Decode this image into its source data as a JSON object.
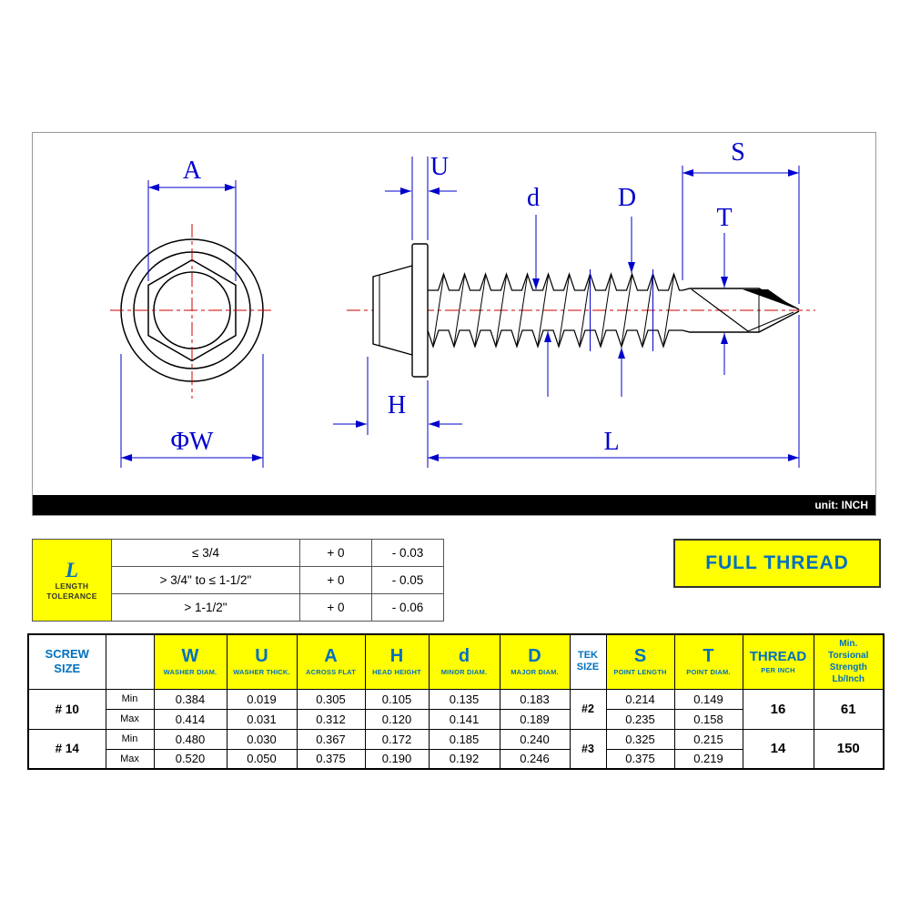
{
  "colors": {
    "highlight_yellow": "#FFFF00",
    "table_blue": "#0070C0",
    "dimension_blue": "#0000CC",
    "centerline_red": "#CC0000"
  },
  "drawing": {
    "unit_label": "unit: INCH",
    "dim_labels": {
      "across_flat": "A",
      "washer_thick": "U",
      "minor_diam": "d",
      "major_diam": "D",
      "point_length": "S",
      "point_diam": "T",
      "head_height": "H",
      "length": "L",
      "washer_diam": "ΦW"
    }
  },
  "tolerance_table": {
    "corner": {
      "letter": "L",
      "label_line1": "LENGTH",
      "label_line2": "TOLERANCE"
    },
    "rows": [
      {
        "range": "≤ 3/4",
        "upper": "+ 0",
        "lower": "- 0.03"
      },
      {
        "range": "> 3/4\" to ≤ 1-1/2\"",
        "upper": "+ 0",
        "lower": "- 0.05"
      },
      {
        "range": "> 1-1/2\"",
        "upper": "+ 0",
        "lower": "- 0.06"
      }
    ]
  },
  "full_thread": {
    "label": "FULL THREAD"
  },
  "spec_table": {
    "headers": {
      "screw_size": {
        "line1": "SCREW",
        "line2": "SIZE"
      },
      "w": {
        "symbol": "W",
        "caption": "WASHER DIAM."
      },
      "u": {
        "symbol": "U",
        "caption": "WASHER THICK."
      },
      "a": {
        "symbol": "A",
        "caption": "ACROSS FLAT"
      },
      "h": {
        "symbol": "H",
        "caption": "HEAD HEIGHT"
      },
      "d": {
        "symbol": "d",
        "caption": "MINOR DIAM."
      },
      "D": {
        "symbol": "D",
        "caption": "MAJOR DIAM."
      },
      "tek_size": {
        "line1": "TEK",
        "line2": "SIZE"
      },
      "s": {
        "symbol": "S",
        "caption": "POINT LENGTH"
      },
      "t": {
        "symbol": "T",
        "caption": "POINT DIAM."
      },
      "thread": {
        "symbol": "THREAD",
        "caption": "PER INCH"
      },
      "torsional": {
        "line1": "Min.",
        "line2": "Torsional",
        "line3": "Strength",
        "line4": "Lb/Inch"
      }
    },
    "rows": [
      {
        "screw_size": "# 10",
        "minmax": "Min",
        "w": "0.384",
        "u": "0.019",
        "a": "0.305",
        "h": "0.105",
        "d": "0.135",
        "D": "0.183",
        "tek": "#2",
        "s": "0.214",
        "t": "0.149",
        "thread_per_inch": "16",
        "torsional_strength": "61"
      },
      {
        "minmax": "Max",
        "w": "0.414",
        "u": "0.031",
        "a": "0.312",
        "h": "0.120",
        "d": "0.141",
        "D": "0.189",
        "s": "0.235",
        "t": "0.158"
      },
      {
        "screw_size": "# 14",
        "minmax": "Min",
        "w": "0.480",
        "u": "0.030",
        "a": "0.367",
        "h": "0.172",
        "d": "0.185",
        "D": "0.240",
        "tek": "#3",
        "s": "0.325",
        "t": "0.215",
        "thread_per_inch": "14",
        "torsional_strength": "150"
      },
      {
        "minmax": "Max",
        "w": "0.520",
        "u": "0.050",
        "a": "0.375",
        "h": "0.190",
        "d": "0.192",
        "D": "0.246",
        "s": "0.375",
        "t": "0.219"
      }
    ]
  }
}
